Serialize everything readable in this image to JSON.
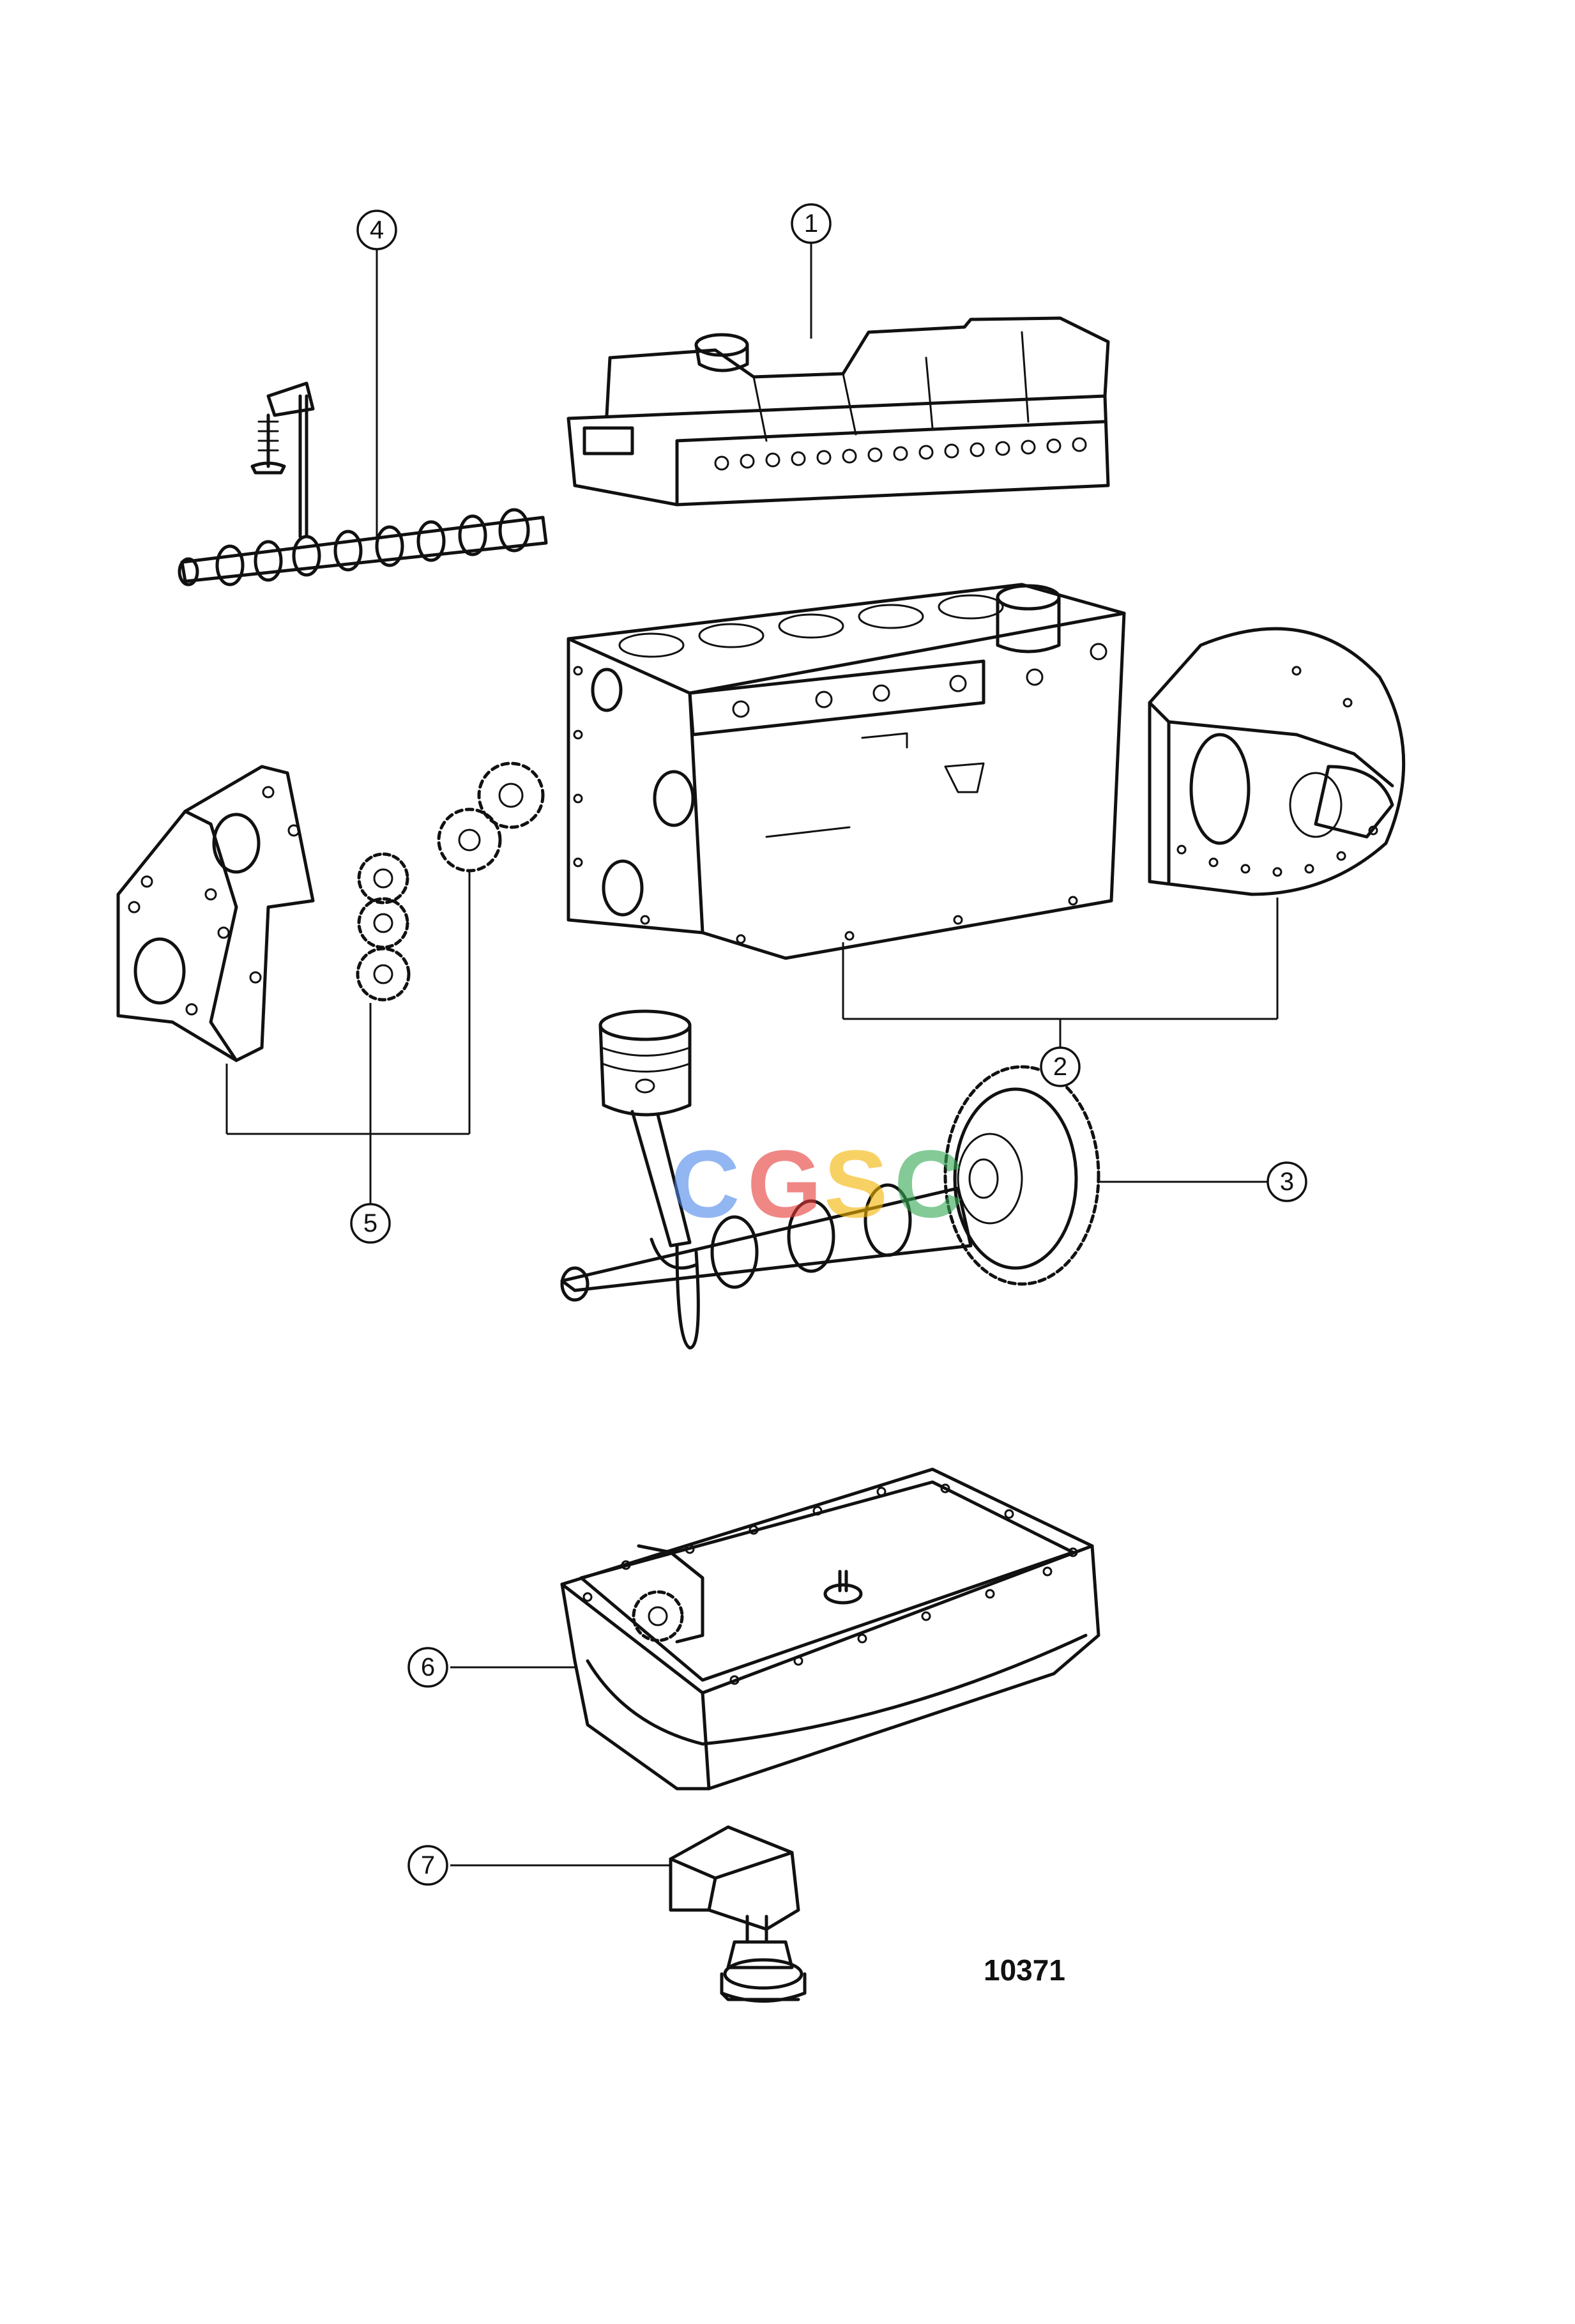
{
  "figure_number": "10371",
  "watermark": {
    "letters": [
      "C",
      "G",
      "S",
      "C"
    ],
    "colors": [
      "#4a86e8",
      "#e53935",
      "#f4b400",
      "#34a853"
    ]
  },
  "callouts": [
    {
      "id": "1",
      "label": "1",
      "part": "valve-cover"
    },
    {
      "id": "2",
      "label": "2",
      "part": "engine-block-and-flywheel-housing"
    },
    {
      "id": "3",
      "label": "3",
      "part": "crankshaft-piston-flywheel"
    },
    {
      "id": "4",
      "label": "4",
      "part": "camshaft-and-valve"
    },
    {
      "id": "5",
      "label": "5",
      "part": "timing-cover-and-gears"
    },
    {
      "id": "6",
      "label": "6",
      "part": "oil-sump"
    },
    {
      "id": "7",
      "label": "7",
      "part": "engine-mount"
    }
  ]
}
